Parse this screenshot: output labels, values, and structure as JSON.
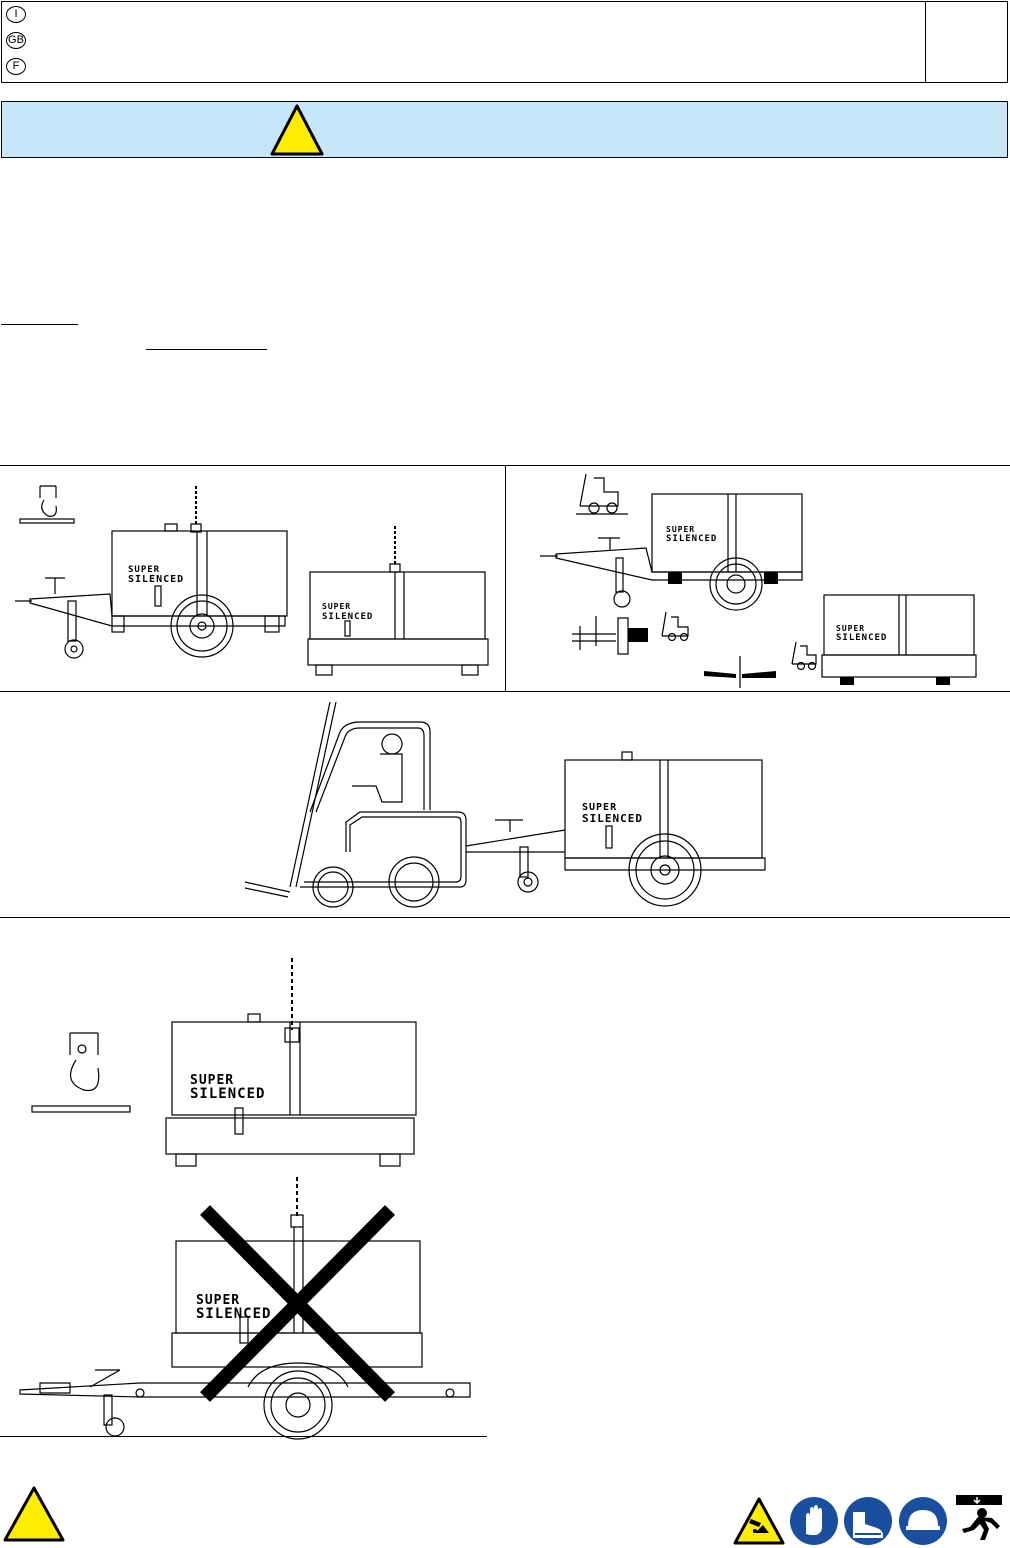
{
  "header": {
    "languages": [
      "I",
      "GB",
      "F"
    ]
  },
  "brand_text": {
    "line1": "SUPER",
    "line2": "SILENCED"
  },
  "colors": {
    "warning_band": "#c6e7fa",
    "warning_yellow": "#ffed00",
    "safety_blue": "#1a4e9e"
  },
  "icons": {
    "warning": "warning-triangle-icon",
    "safety": [
      "corrosive-hazard-icon",
      "gloves-icon",
      "safety-boots-icon",
      "helmet-icon",
      "falling-load-icon"
    ]
  }
}
